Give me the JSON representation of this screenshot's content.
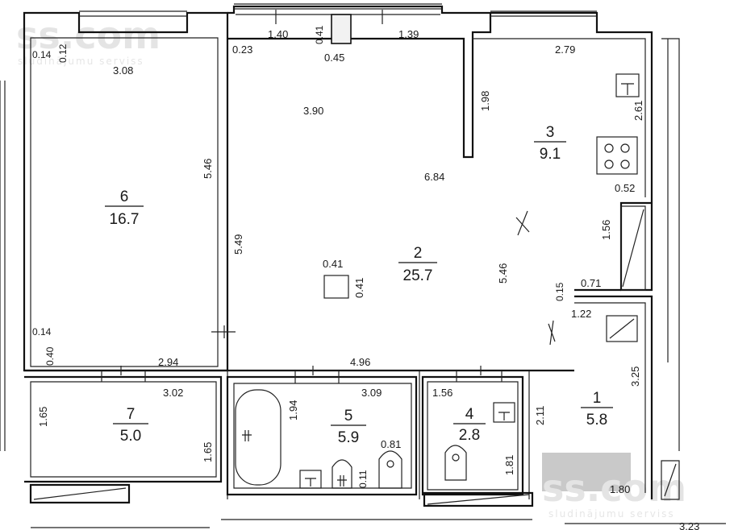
{
  "watermark": {
    "brand": "ss.com",
    "tagline": "sludinājumu serviss"
  },
  "rooms": [
    {
      "number": "1",
      "area": "5.8"
    },
    {
      "number": "2",
      "area": "25.7"
    },
    {
      "number": "3",
      "area": "9.1"
    },
    {
      "number": "4",
      "area": "2.8"
    },
    {
      "number": "5",
      "area": "5.9"
    },
    {
      "number": "6",
      "area": "16.7"
    },
    {
      "number": "7",
      "area": "5.0"
    }
  ],
  "dimensions": {
    "d_0_14_top": "0.14",
    "d_0_12": "0.12",
    "d_3_08": "3.08",
    "d_1_40": "1.40",
    "d_0_41_top": "0.41",
    "d_0_45": "0.45",
    "d_1_39": "1.39",
    "d_0_23": "0.23",
    "d_2_79": "2.79",
    "d_1_98": "1.98",
    "d_2_61": "2.61",
    "d_3_90": "3.90",
    "d_5_46_left": "5.46",
    "d_6_84": "6.84",
    "d_0_52": "0.52",
    "d_5_49": "5.49",
    "d_1_56_right": "1.56",
    "d_0_41_col_w": "0.41",
    "d_0_41_col_h": "0.41",
    "d_5_46_right": "5.46",
    "d_0_15": "0.15",
    "d_0_71": "0.71",
    "d_1_22": "1.22",
    "d_0_14_bottom": "0.14",
    "d_0_40": "0.40",
    "d_2_94": "2.94",
    "d_4_96": "4.96",
    "d_3_25": "3.25",
    "d_3_02": "3.02",
    "d_1_94": "1.94",
    "d_3_09": "3.09",
    "d_1_56_wc": "1.56",
    "d_2_11": "2.11",
    "d_1_65_left": "1.65",
    "d_1_65_right": "1.65",
    "d_0_81": "0.81",
    "d_0_11": "0.11",
    "d_1_81": "1.81",
    "d_1_80": "1.80",
    "d_3_23": "3.23"
  }
}
